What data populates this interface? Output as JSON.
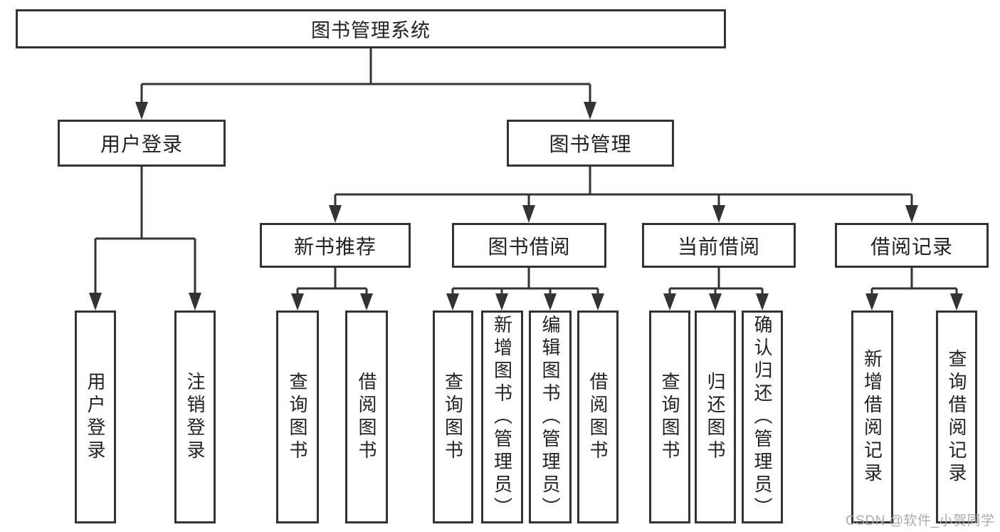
{
  "diagram": {
    "title": "图书管理系统",
    "root": {
      "id": "library-management-system",
      "label": "图书管理系统"
    },
    "level2": [
      {
        "id": "user-login",
        "label": "用户登录"
      },
      {
        "id": "book-management",
        "label": "图书管理"
      }
    ],
    "level3": [
      {
        "id": "new-book-recommend",
        "label": "新书推荐",
        "parent": "book-management"
      },
      {
        "id": "book-borrowing",
        "label": "图书借阅",
        "parent": "book-management"
      },
      {
        "id": "current-borrowing",
        "label": "当前借阅",
        "parent": "book-management"
      },
      {
        "id": "borrow-records",
        "label": "借阅记录",
        "parent": "book-management"
      }
    ],
    "leaves": [
      {
        "id": "user-login-leaf",
        "label": "用户登录",
        "parent": "user-login"
      },
      {
        "id": "logout",
        "label": "注销登录",
        "parent": "user-login"
      },
      {
        "id": "query-books-recommend",
        "label": "查询图书",
        "parent": "new-book-recommend"
      },
      {
        "id": "borrow-books-recommend",
        "label": "借阅图书",
        "parent": "new-book-recommend"
      },
      {
        "id": "query-books-borrow",
        "label": "查询图书",
        "parent": "book-borrowing"
      },
      {
        "id": "add-books-admin",
        "label": "新增图书（管理员）",
        "parent": "book-borrowing"
      },
      {
        "id": "edit-books-admin",
        "label": "编辑图书（管理员）",
        "parent": "book-borrowing"
      },
      {
        "id": "borrow-books",
        "label": "借阅图书",
        "parent": "book-borrowing"
      },
      {
        "id": "query-books-current",
        "label": "查询图书",
        "parent": "current-borrowing"
      },
      {
        "id": "return-books",
        "label": "归还图书",
        "parent": "current-borrowing"
      },
      {
        "id": "confirm-return-admin",
        "label": "确认归还（管理员）",
        "parent": "current-borrowing"
      },
      {
        "id": "add-borrow-record",
        "label": "新增借阅记录",
        "parent": "borrow-records"
      },
      {
        "id": "query-borrow-record",
        "label": "查询借阅记录",
        "parent": "borrow-records"
      }
    ]
  },
  "watermark": {
    "text": "CSDN @软件_小贺同学"
  },
  "colors": {
    "line": "#333333",
    "box_border": "#333333",
    "box_background": "#ffffff",
    "text": "#222222",
    "watermark": "#a5a5a5",
    "page_background": "#ffffff"
  }
}
